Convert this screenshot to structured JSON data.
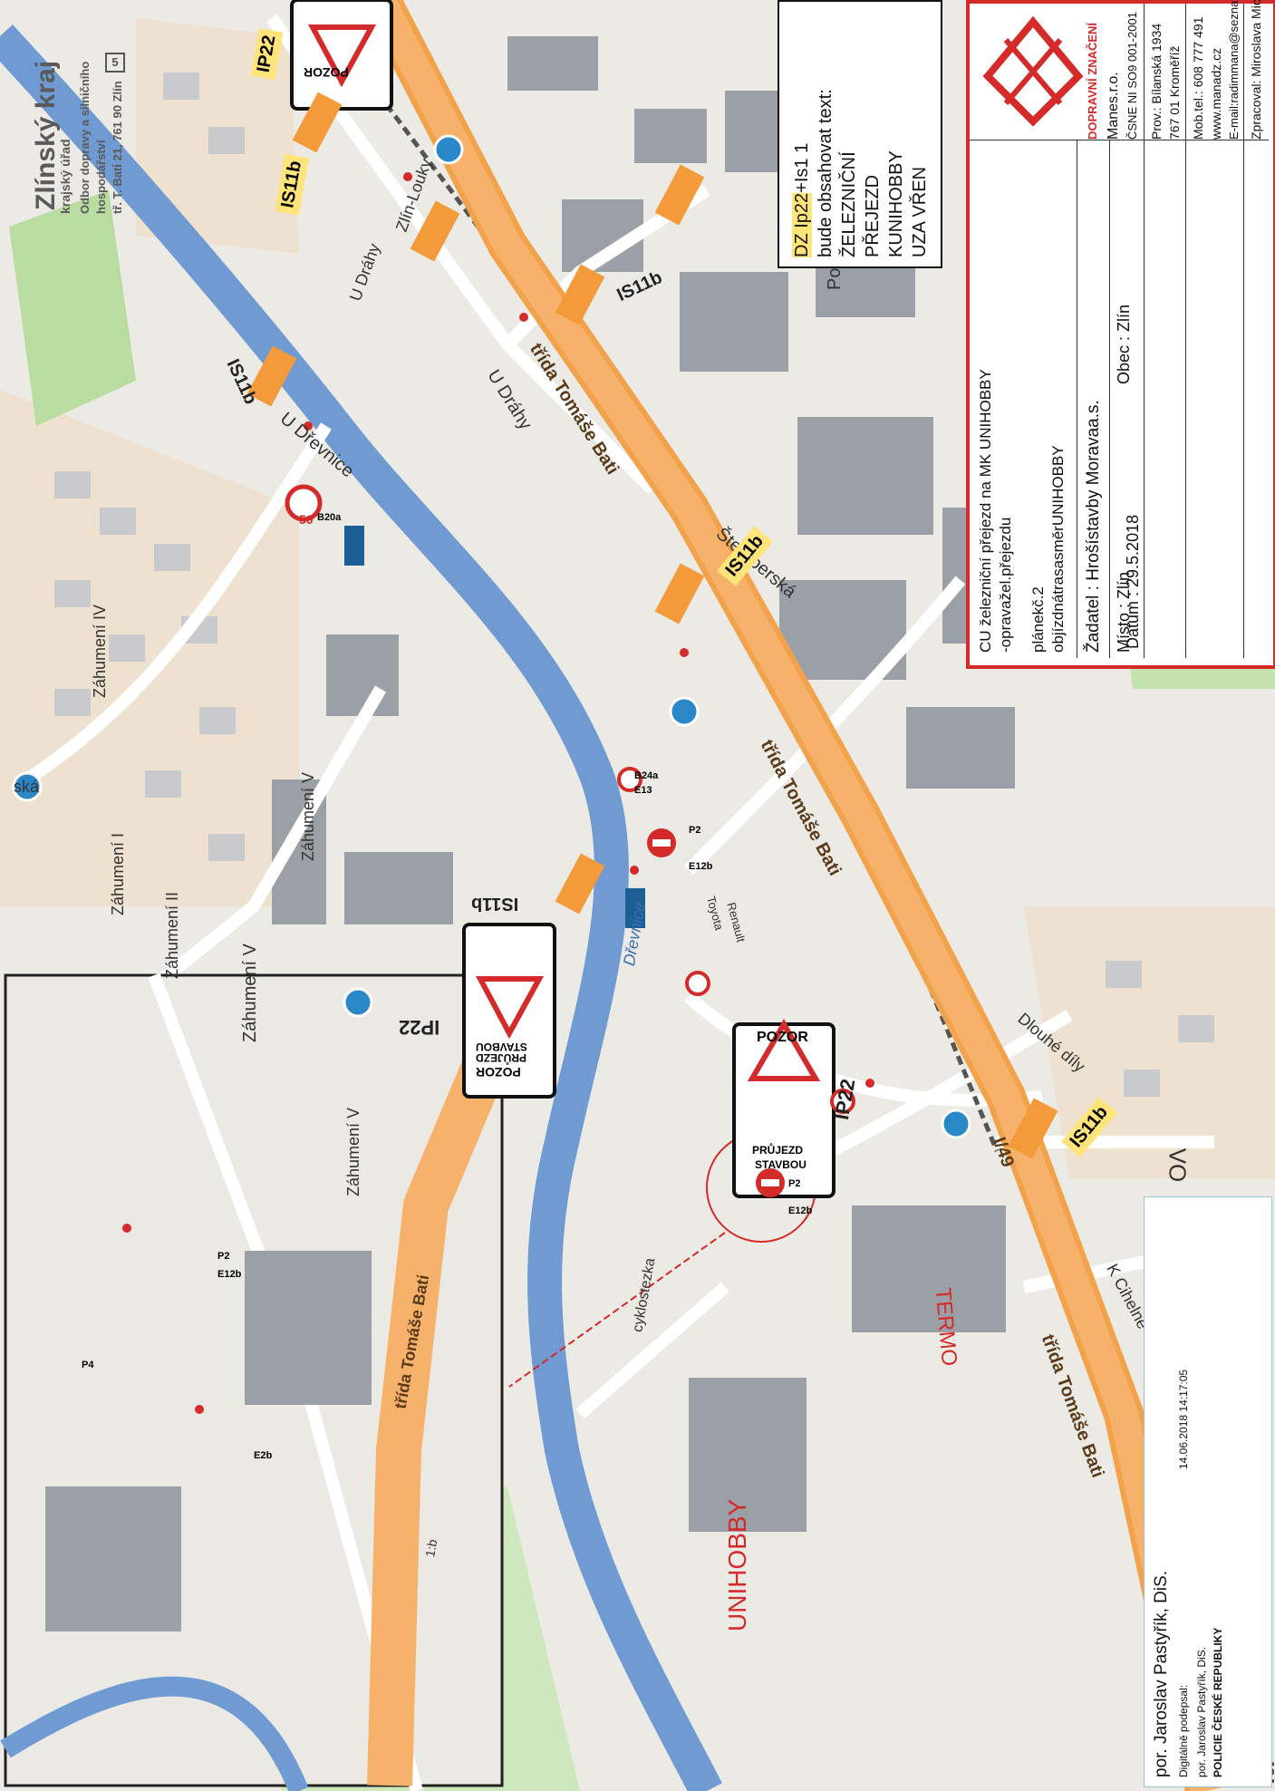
{
  "map_labels": {
    "region": "Zlínský kraj",
    "office": "krajský úřad",
    "department": "Odbor dopravy a silničního",
    "department2": "hospodářství",
    "address": "tř. T. Bati 21, 761 90 Zlín",
    "badge": "5",
    "streets": [
      "Záhumení V",
      "Záhumení II",
      "Záhumení I",
      "Záhumení IV",
      "Záhumení V",
      "Záhumení V",
      "U Dřevnice",
      "U Dráhy",
      "třída Tomáše Bati",
      "třída Tomáše Bati",
      "třída Tomáše Bati",
      "I/49",
      "Šternberská",
      "Dlouhé díly",
      "K Cihelně",
      "Pod Ště",
      "Zlín-Louky",
      "U Dráhy"
    ],
    "river": "Dřevnice",
    "cycle_path": "cyklostezka",
    "dealer1": "Toyota",
    "dealer2": "Renault",
    "unihobby": "UNIHOBBY",
    "termo": "TERMO",
    "edge_vo": "VO",
    "edge_vet": "vět",
    "partial_street": "ská",
    "inset_road": "třída Tomáše Bati",
    "inset_partial": "1:b"
  },
  "signs": {
    "labels": [
      "IP22",
      "IS11b",
      "IS11b",
      "IS11b",
      "IS11b",
      "IS11b",
      "IP22",
      "IP22",
      "IS11b"
    ],
    "speed_limit": "50",
    "pozor": "POZOR",
    "pruzjezd": "PRŮJEZD",
    "stavbou": "STAVBOU",
    "codes": [
      "P2",
      "E12b",
      "B24a",
      "E13",
      "P4",
      "E2b",
      "B20a"
    ]
  },
  "dz_box": {
    "code": "DZ Ip22",
    "suffix": "+Is1 1",
    "line1": "bude obsahovat text:",
    "line2": "ŽELEZNIČNÍ",
    "line3": "PŘEJEZD",
    "line4": "KUNIHOBBY",
    "line5": "UZA VŘEN"
  },
  "title_block": {
    "logo_text": "DOPRAVNÍ ZNAČENÍ",
    "company": "Manes.r.o.",
    "cert": "ČSNE NI SO9 001-2001",
    "address1": "Prov.: Bílanská 1934",
    "address2": "767 01 Kroměříž",
    "phone": "Mob.tel.: 608 777 491",
    "web": "www.manadz.cz",
    "email": "E-mail:radimmana@seznam.cz",
    "prepared_by": "Zpracoval: Miroslava Michalčíková",
    "project_line1": "CU železniční přejezd na MK UNIHOBBY",
    "project_line2": "-opravažel.přejezdu",
    "plan": "plánekč.2",
    "plan_desc": "objízdnátrasasměrUNIHOBBY",
    "applicant": "Žadatel : Hrošístavby Moravaa.s.",
    "place": "Místo : Zlín",
    "municipality": "Obec : Zlín",
    "date": "Datum : 29.5.2018"
  },
  "signature": {
    "name": "por. Jaroslav Pastyřík, DiS.",
    "digital_label": "Digitálně podepsal:",
    "timestamp": "14.06.2018 14:17:05",
    "signer": "por. Jaroslav Pastyřík, DiS.",
    "org": "POLICIE ČESKÉ REPUBLIKY"
  }
}
